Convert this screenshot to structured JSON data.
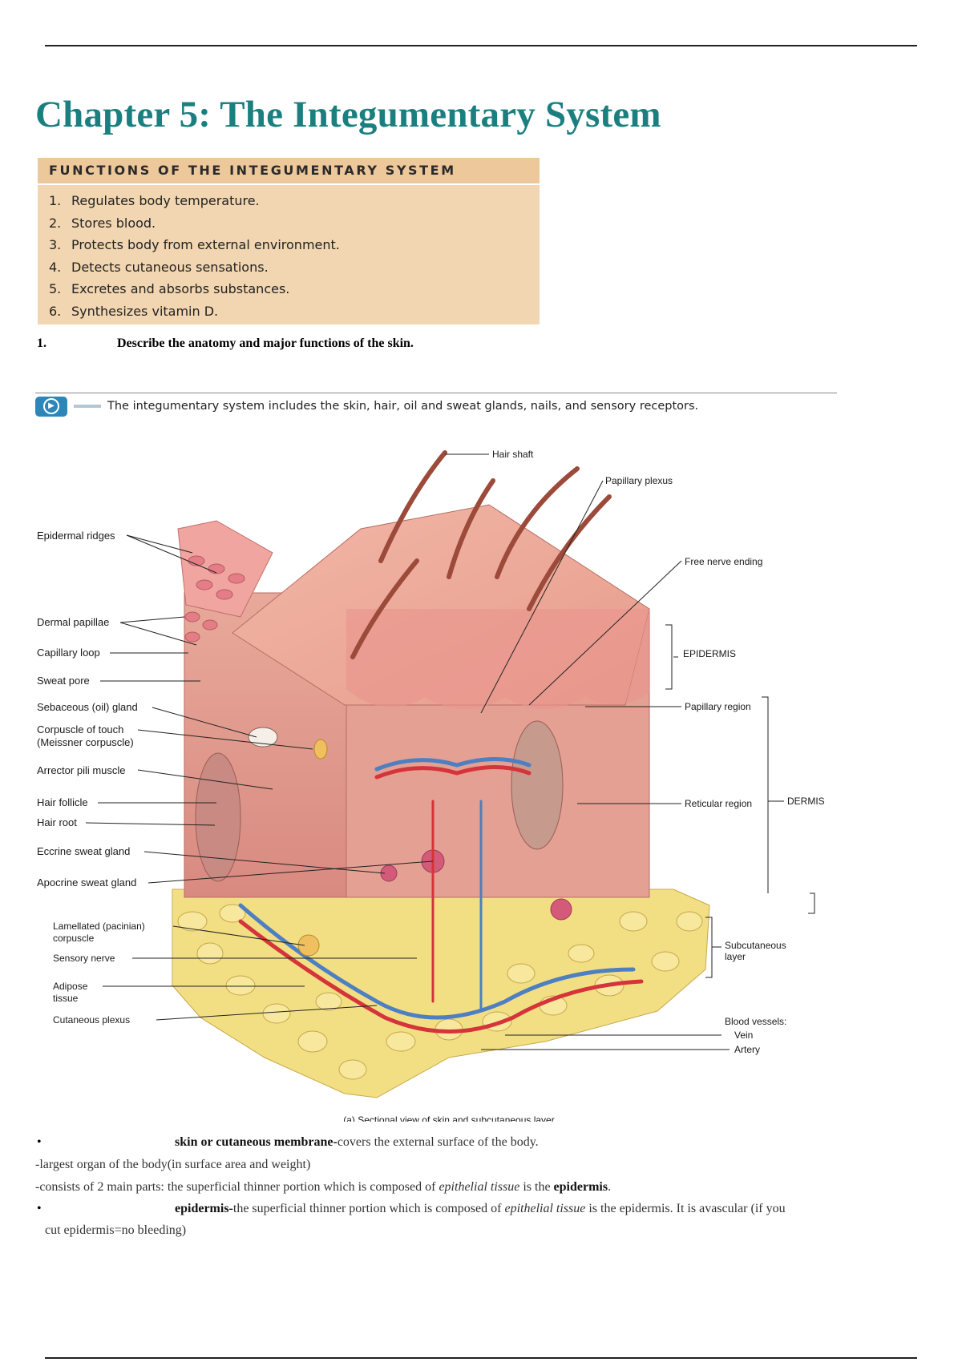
{
  "chapter_title": "Chapter 5: The Integumentary System",
  "functions_box": {
    "heading": "FUNCTIONS OF THE INTEGUMENTARY SYSTEM",
    "items": [
      {
        "num": "1.",
        "text": "Regulates body temperature."
      },
      {
        "num": "2.",
        "text": "Stores blood."
      },
      {
        "num": "3.",
        "text": "Protects body from external environment."
      },
      {
        "num": "4.",
        "text": "Detects cutaneous sensations."
      },
      {
        "num": "5.",
        "text": "Excretes and absorbs substances."
      },
      {
        "num": "6.",
        "text": "Synthesizes vitamin D."
      }
    ]
  },
  "question": {
    "num": "1.",
    "text": "Describe the anatomy and major functions of the skin."
  },
  "figure": {
    "caption": "The integumentary system includes the skin, hair, oil and sweat glands, nails, and sensory receptors.",
    "subcaption": "(a) Sectional view of skin and subcutaneous layer",
    "labels_left": {
      "epidermal_ridges": "Epidermal ridges",
      "dermal_papillae": "Dermal papillae",
      "capillary_loop": "Capillary loop",
      "sweat_pore": "Sweat pore",
      "sebaceous_gland": "Sebaceous (oil) gland",
      "corpuscle_touch_1": "Corpuscle of touch",
      "corpuscle_touch_2": "(Meissner corpuscle)",
      "arrector_pili": "Arrector pili muscle",
      "hair_follicle": "Hair follicle",
      "hair_root": "Hair root",
      "eccrine_gland": "Eccrine sweat gland",
      "apocrine_gland": "Apocrine sweat gland",
      "lamellated_1": "Lamellated (pacinian)",
      "lamellated_2": "corpuscle",
      "sensory_nerve": "Sensory nerve",
      "adipose_1": "Adipose",
      "adipose_2": "tissue",
      "cutaneous_plexus": "Cutaneous plexus"
    },
    "labels_right": {
      "hair_shaft": "Hair shaft",
      "papillary_plexus": "Papillary plexus",
      "free_nerve_ending": "Free nerve ending",
      "epidermis": "EPIDERMIS",
      "papillary_region": "Papillary region",
      "reticular_region": "Reticular region",
      "dermis": "DERMIS",
      "subcutaneous_1": "Subcutaneous",
      "subcutaneous_2": "layer",
      "blood_vessels": "Blood vessels:",
      "vein": "Vein",
      "artery": "Artery"
    }
  },
  "body": {
    "b1_bold": "skin or cutaneous membrane-",
    "b1_rest": "covers the external surface of the body.",
    "line2": "-largest organ of the body(in surface area and weight)",
    "line3_a": "-consists of 2 main parts: the superficial thinner portion which is composed of ",
    "line3_em": "epithelial tissue",
    "line3_b": " is the ",
    "line3_bold": "epidermis",
    "line3_end": ".",
    "b2_bold": "epidermis-",
    "b2_a": "the superficial thinner portion which is composed of ",
    "b2_em": "epithelial tissue",
    "b2_b": " is the epidermis. It is avascular (if you",
    "b2_cont": "cut epidermis=no bleeding)"
  },
  "colors": {
    "title": "#1b7f80",
    "box_bg": "#f2d6b1",
    "box_header": "#edc89a",
    "badge": "#2c86b8"
  }
}
